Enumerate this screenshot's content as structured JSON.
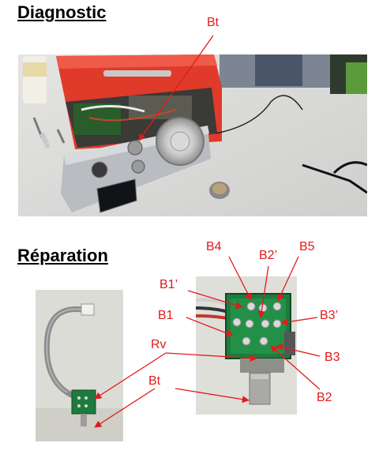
{
  "headings": {
    "diagnostic": "Diagnostic",
    "reparation": "Réparation"
  },
  "callouts": {
    "bt_top": "Bt",
    "b4": "B4",
    "b2p": "B2’",
    "b5": "B5",
    "b1p": "B1’",
    "b1": "B1",
    "b3p": "B3’",
    "rv": "Rv",
    "b3": "B3",
    "bt_bottom": "Bt",
    "b2": "B2"
  },
  "colors": {
    "callout": "#e31a1a",
    "radio_body": "#e03a2a",
    "faceplate": "#b9bcc0",
    "pcb": "#1e7b3e"
  }
}
